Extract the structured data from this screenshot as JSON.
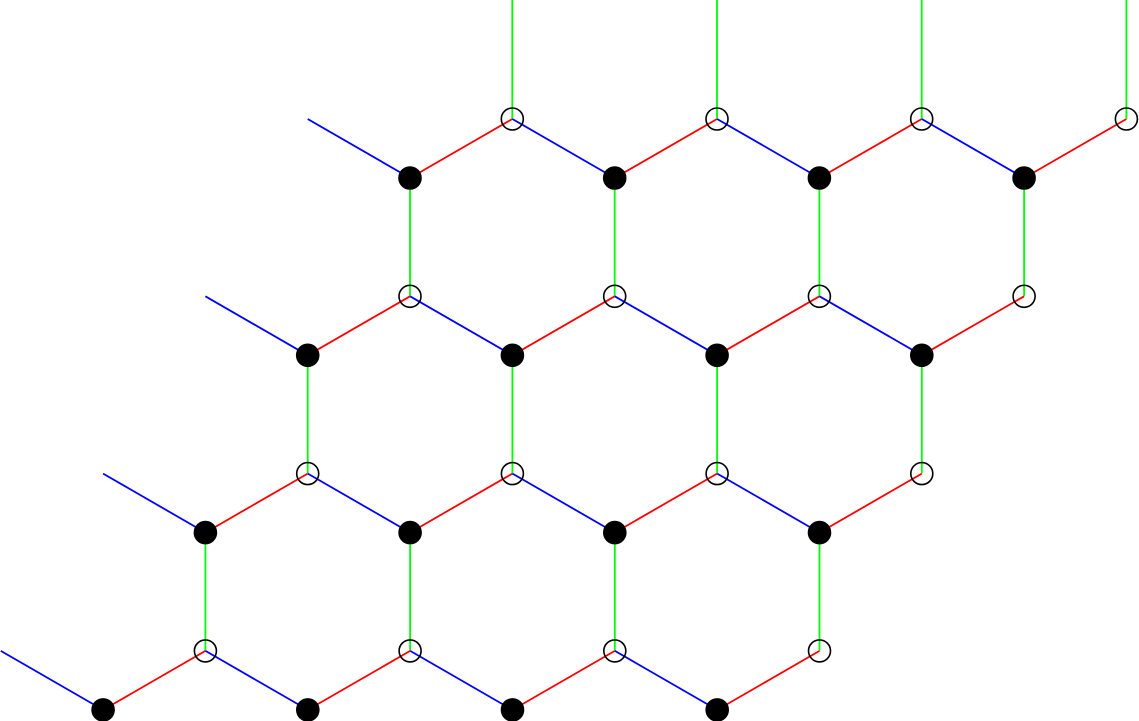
{
  "diagram": {
    "type": "honeycomb-lattice",
    "unit_cells": {
      "rows": [
        4,
        4,
        4,
        4
      ]
    },
    "bond_colors": {
      "blue": "#0000ff",
      "red": "#ff0000",
      "green": "#00ff00"
    },
    "site_styles": {
      "sublattice_A": "filled-black",
      "sublattice_B": "hollow-black"
    }
  }
}
